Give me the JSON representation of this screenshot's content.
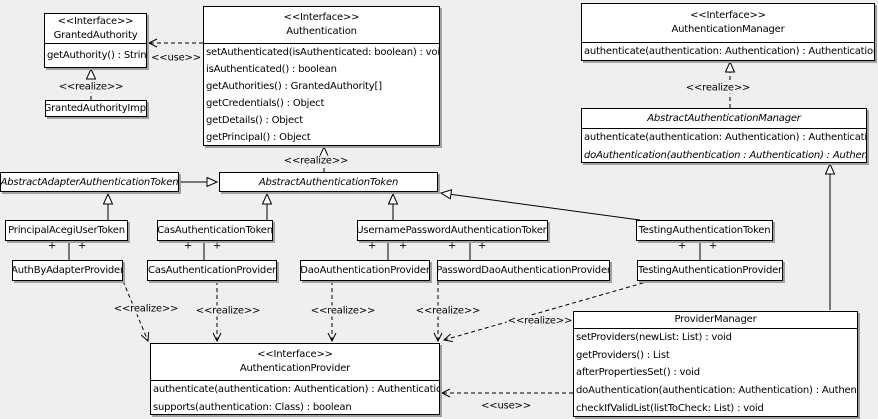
{
  "diagram": {
    "bg_color": "#efefef",
    "box_color": "#ffffff",
    "line_color": "#000000",
    "shadow_color": "#a0a0a0"
  },
  "stereo": {
    "interface": "<<Interface>>",
    "realize": "<<realize>>",
    "use": "<<use>>",
    "plus": "+"
  },
  "classes": {
    "granted_authority": {
      "stereotype": "<<Interface>>",
      "name": "GrantedAuthority",
      "methods": [
        "getAuthority() : String"
      ]
    },
    "granted_authority_impl": {
      "name": "GrantedAuthorityImpl"
    },
    "authentication": {
      "stereotype": "<<Interface>>",
      "name": "Authentication",
      "methods": [
        "setAuthenticated(isAuthenticated: boolean) : void",
        "isAuthenticated() : boolean",
        "getAuthorities() : GrantedAuthority[]",
        "getCredentials() : Object",
        "getDetails() : Object",
        "getPrincipal() : Object"
      ]
    },
    "authentication_manager": {
      "stereotype": "<<Interface>>",
      "name": "AuthenticationManager",
      "methods": [
        "authenticate(authentication: Authentication) : Authentication"
      ]
    },
    "abstract_authentication_manager": {
      "name": "AbstractAuthenticationManager",
      "methods": [
        "authenticate(authentication: Authentication) : Authentication",
        "doAuthentication(authentication : Authentication) : Authentication"
      ]
    },
    "abstract_adapter_authentication_token": {
      "name": "AbstractAdapterAuthenticationToken"
    },
    "abstract_authentication_token": {
      "name": "AbstractAuthenticationToken"
    },
    "principal_acegi_user_token": {
      "name": "PrincipalAcegiUserToken"
    },
    "cas_authentication_token": {
      "name": "CasAuthenticationToken"
    },
    "username_password_authentication_token": {
      "name": "UsernamePasswordAuthenticationToken"
    },
    "testing_authentication_token": {
      "name": "TestingAuthenticationToken"
    },
    "auth_by_adapter_provider": {
      "name": "AuthByAdapterProvider"
    },
    "cas_authentication_provider": {
      "name": "CasAuthenticationProvider"
    },
    "dao_authentication_provider": {
      "name": "DaoAuthenticationProvider"
    },
    "password_dao_authentication_provider": {
      "name": "PasswordDaoAuthenticationProvider"
    },
    "testing_authentication_provider": {
      "name": "TestingAuthenticationProvider"
    },
    "authentication_provider": {
      "stereotype": "<<Interface>>",
      "name": "AuthenticationProvider",
      "methods": [
        "authenticate(authentication: Authentication) : Authentication",
        "supports(authentication: Class) : boolean"
      ]
    },
    "provider_manager": {
      "name": "ProviderManager",
      "methods": [
        "setProviders(newList: List) : void",
        "getProviders() : List",
        "afterPropertiesSet() : void",
        "doAuthentication(authentication: Authentication) : Authentication",
        "checkIfValidList(listToCheck: List) : void"
      ]
    }
  }
}
